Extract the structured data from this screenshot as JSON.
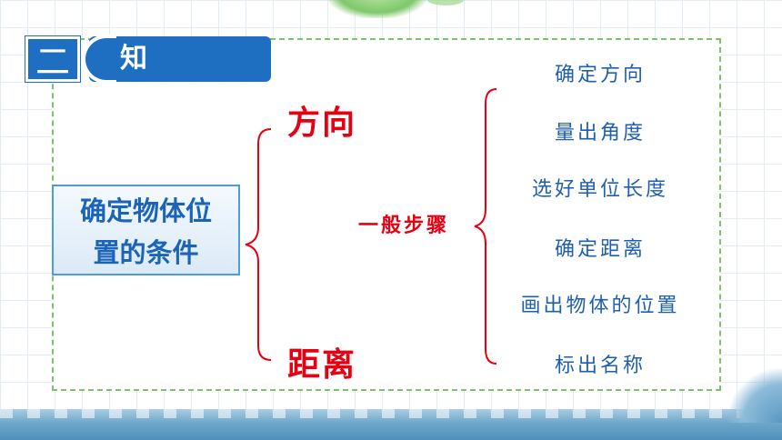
{
  "header": {
    "number": "二",
    "title": "知识梳理"
  },
  "condition": {
    "line1": "确定物体位",
    "line2": "置的条件"
  },
  "branches": {
    "direction": "方向",
    "distance": "距离"
  },
  "general_steps_label": "一般步骤",
  "steps": [
    "确定方向",
    "量出角度",
    "选好单位长度",
    "确定距离",
    "画出物体的位置",
    "标出名称"
  ],
  "colors": {
    "blue": "#1e6fc1",
    "red": "#e60012",
    "step_text": "#1f5fb0",
    "frame_green": "#7cc36c"
  }
}
